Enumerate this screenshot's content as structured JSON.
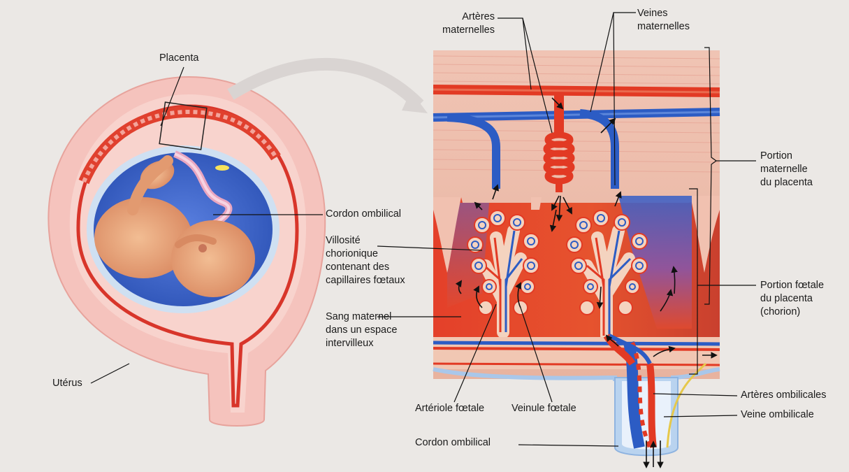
{
  "labels": {
    "placenta": "Placenta",
    "uterus": "Utérus",
    "umbilical_cord_left": "Cordon ombilical",
    "chorionic_villus": "Villosité\nchorionique\ncontenant des\ncapillaires fœtaux",
    "maternal_blood": "Sang maternel\ndans un espace\nintervilleux",
    "fetal_arteriole": "Artériole fœtale",
    "fetal_venule": "Veinule fœtale",
    "umbilical_cord_bottom": "Cordon ombilical",
    "maternal_arteries": "Artères\nmaternelles",
    "maternal_veins": "Veines\nmaternelles",
    "maternal_portion": "Portion\nmaternelle\ndu placenta",
    "fetal_portion": "Portion fœtale\ndu placenta\n(chorion)",
    "umbilical_arteries": "Artères ombilicales",
    "umbilical_vein": "Veine ombilicale"
  },
  "colors": {
    "artery": "#e23a24",
    "vein": "#2c5cc4",
    "uterus_wall": "#f3b3ad",
    "amniotic": "#3e68d2",
    "fetus": "#e8a579"
  }
}
